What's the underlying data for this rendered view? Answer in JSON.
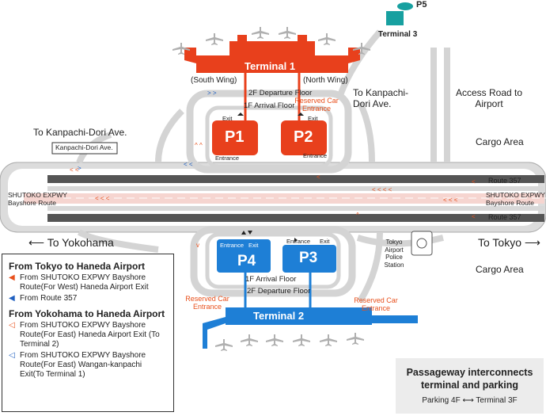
{
  "terminals": {
    "t1": "Terminal 1",
    "t2": "Terminal 2",
    "t3": "Terminal 3",
    "south_wing": "(South Wing)",
    "north_wing": "(North Wing)"
  },
  "parking": {
    "p1": "P1",
    "p2": "P2",
    "p3": "P3",
    "p4": "P4",
    "p5": "P5",
    "entrance": "Entrance",
    "exit": "Exit"
  },
  "floors": {
    "t1_departure": "2F Departure Floor",
    "t1_arrival": "1F Arrival Floor",
    "t2_arrival": "1F Arrival Floor",
    "t2_departure": "2F Departure Floor"
  },
  "reserved": {
    "t1": "Reserved Car Entrance",
    "t2_left": "Reserved Car Entrance",
    "t2_right": "Reserved Car Entrance"
  },
  "roads": {
    "to_kanpachi_left": "To Kanpachi-Dori Ave.",
    "kanpachi_sign": "Kanpachi-Dori Ave.",
    "to_kanpachi_right": "To Kanpachi-Dori Ave.",
    "access_road": "Access Road to Airport",
    "cargo_top": "Cargo Area",
    "cargo_bottom": "Cargo Area",
    "shutoko_left": "SHUTOKO EXPWY Bayshore Route",
    "shutoko_right": "SHUTOKO EXPWY Bayshore Route",
    "route357_top": "Route 357",
    "route357_bottom": "Route 357",
    "to_yokohama": "To Yokohama",
    "to_tokyo": "To Tokyo",
    "police": "Tokyo Airport Police Station"
  },
  "legend": {
    "tokyo_title": "From Tokyo to Haneda Airport",
    "tokyo_items": [
      "From SHUTOKO EXPWY Bayshore Route(For West) Haneda Airport Exit",
      "From Route 357"
    ],
    "yokohama_title": "From Yokohama to Haneda Airport",
    "yokohama_items": [
      "From SHUTOKO EXPWY Bayshore Route(For East) Haneda Airport Exit (To Terminal 2)",
      "From SHUTOKO EXPWY Bayshore Route(For East) Wangan-kanpachi Exit(To Terminal 1)"
    ]
  },
  "passageway": {
    "title": "Passageway interconnects terminal and parking",
    "parking_floor": "Parking 4F",
    "terminal_floor": "Terminal 3F"
  },
  "colors": {
    "terminal1": "#e8401c",
    "terminal2": "#1e7fd6",
    "terminal3": "#17a0a0",
    "road": "#d8d8d8",
    "highway": "#4a4a4a",
    "route_band": "#f6d5d0",
    "orange_arrow": "#e8501c",
    "blue_arrow": "#2060c0"
  }
}
